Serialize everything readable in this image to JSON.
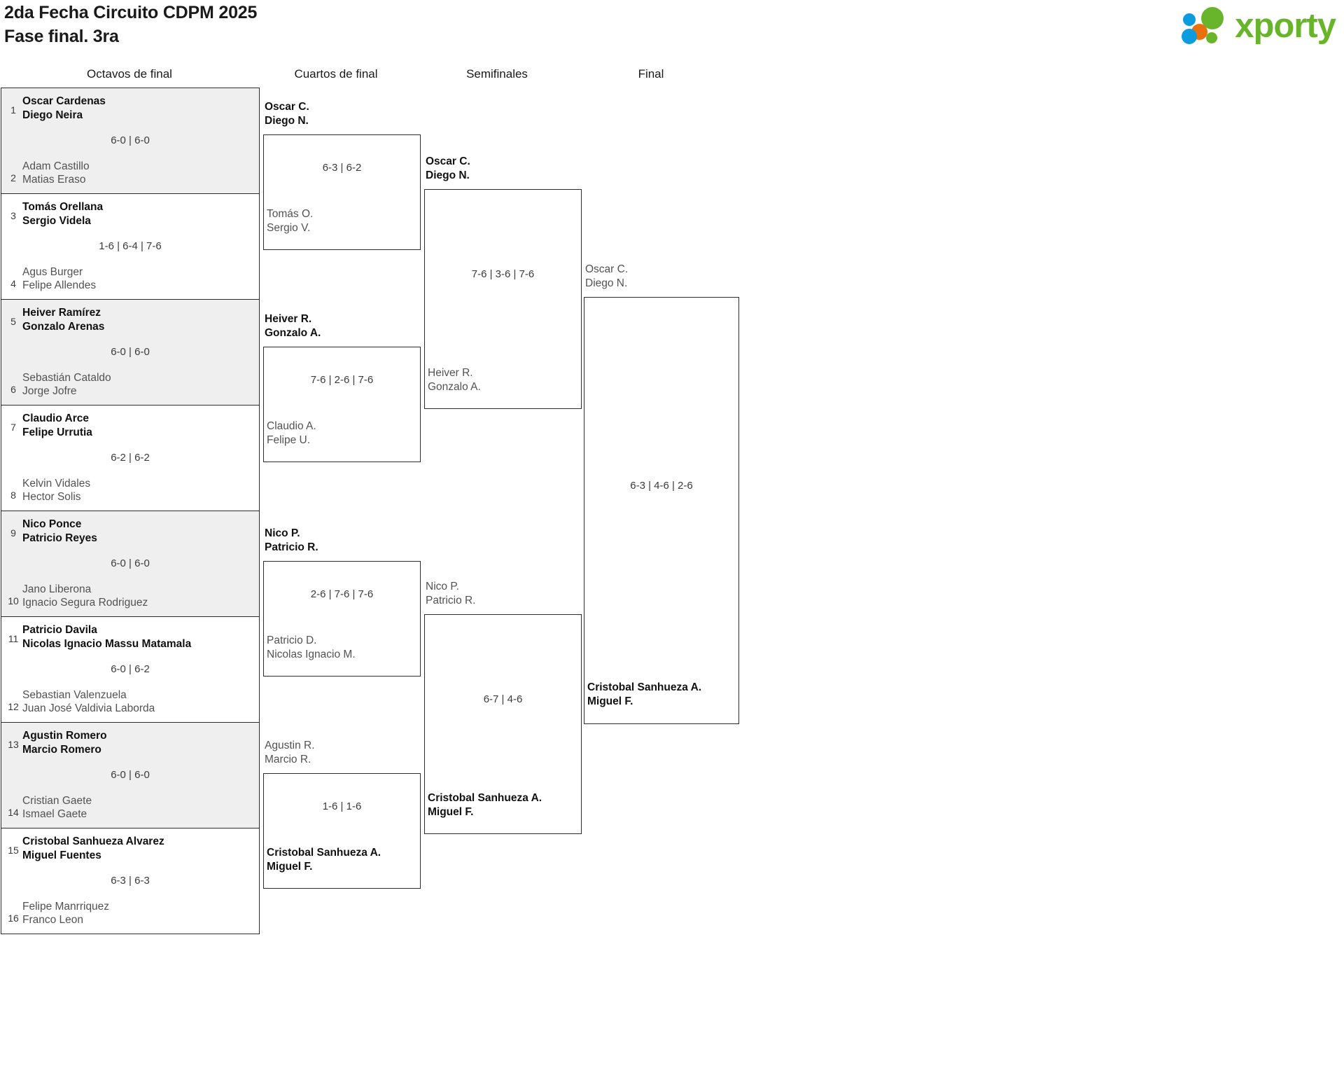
{
  "header": {
    "title_line1": "2da Fecha Circuito CDPM 2025",
    "title_line2": "Fase final. 3ra",
    "logo_text": "xporty",
    "logo_colors": {
      "blue": "#0b9ce0",
      "orange": "#e8700d",
      "green": "#68b52c"
    }
  },
  "rounds": [
    {
      "label": "Octavos de final"
    },
    {
      "label": "Cuartos de final"
    },
    {
      "label": "Semifinales"
    },
    {
      "label": "Final"
    }
  ],
  "r16": [
    {
      "score": "6-0 | 6-0",
      "top": {
        "seed": "1",
        "p1": "Oscar Cardenas",
        "p2": "Diego Neira",
        "result": "winner"
      },
      "bot": {
        "seed": "2",
        "p1": "Adam Castillo",
        "p2": "Matias Eraso",
        "result": "loser"
      }
    },
    {
      "score": "1-6 | 6-4 | 7-6",
      "top": {
        "seed": "3",
        "p1": "Tomás Orellana",
        "p2": "Sergio Videla",
        "result": "winner"
      },
      "bot": {
        "seed": "4",
        "p1": "Agus Burger",
        "p2": "Felipe Allendes",
        "result": "loser"
      }
    },
    {
      "score": "6-0 | 6-0",
      "top": {
        "seed": "5",
        "p1": "Heiver Ramírez",
        "p2": "Gonzalo Arenas",
        "result": "winner"
      },
      "bot": {
        "seed": "6",
        "p1": "Sebastián Cataldo",
        "p2": "Jorge Jofre",
        "result": "loser"
      }
    },
    {
      "score": "6-2 | 6-2",
      "top": {
        "seed": "7",
        "p1": "Claudio Arce",
        "p2": "Felipe Urrutia",
        "result": "winner"
      },
      "bot": {
        "seed": "8",
        "p1": "Kelvin Vidales",
        "p2": "Hector Solis",
        "result": "loser"
      }
    },
    {
      "score": "6-0 | 6-0",
      "top": {
        "seed": "9",
        "p1": "Nico Ponce",
        "p2": "Patricio Reyes",
        "result": "winner"
      },
      "bot": {
        "seed": "10",
        "p1": "Jano Liberona",
        "p2": "Ignacio Segura Rodriguez",
        "result": "loser"
      }
    },
    {
      "score": "6-0 | 6-2",
      "top": {
        "seed": "11",
        "p1": "Patricio Davila",
        "p2": "Nicolas Ignacio Massu Matamala",
        "result": "winner"
      },
      "bot": {
        "seed": "12",
        "p1": "Sebastian Valenzuela",
        "p2": "Juan José Valdivia Laborda",
        "result": "loser"
      }
    },
    {
      "score": "6-0 | 6-0",
      "top": {
        "seed": "13",
        "p1": "Agustin Romero",
        "p2": "Marcio Romero",
        "result": "winner"
      },
      "bot": {
        "seed": "14",
        "p1": "Cristian Gaete",
        "p2": "Ismael Gaete",
        "result": "loser"
      }
    },
    {
      "score": "6-3 | 6-3",
      "top": {
        "seed": "15",
        "p1": "Cristobal Sanhueza Alvarez",
        "p2": "Miguel Fuentes",
        "result": "winner"
      },
      "bot": {
        "seed": "16",
        "p1": "Felipe Manrriquez",
        "p2": "Franco Leon",
        "result": "loser"
      }
    }
  ],
  "quarterfinals": [
    {
      "score": "6-3 | 6-2",
      "top": {
        "p1": "Oscar C.",
        "p2": "Diego N.",
        "result": "winner"
      },
      "bot": {
        "p1": "Tomás O.",
        "p2": "Sergio V.",
        "result": "loser"
      }
    },
    {
      "score": "7-6 | 2-6 | 7-6",
      "top": {
        "p1": "Heiver R.",
        "p2": "Gonzalo A.",
        "result": "winner"
      },
      "bot": {
        "p1": "Claudio A.",
        "p2": "Felipe U.",
        "result": "loser"
      }
    },
    {
      "score": "2-6 | 7-6 | 7-6",
      "top": {
        "p1": "Nico P.",
        "p2": "Patricio R.",
        "result": "winner"
      },
      "bot": {
        "p1": "Patricio D.",
        "p2": "Nicolas Ignacio M.",
        "result": "loser"
      }
    },
    {
      "score": "1-6 | 1-6",
      "top": {
        "p1": "Agustin R.",
        "p2": "Marcio R.",
        "result": "loser"
      },
      "bot": {
        "p1": "Cristobal Sanhueza A.",
        "p2": "Miguel F.",
        "result": "winner"
      }
    }
  ],
  "semifinals": [
    {
      "score": "7-6 | 3-6 | 7-6",
      "top": {
        "p1": "Oscar C.",
        "p2": "Diego N.",
        "result": "winner"
      },
      "bot": {
        "p1": "Heiver R.",
        "p2": "Gonzalo A.",
        "result": "loser"
      }
    },
    {
      "score": "6-7 | 4-6",
      "top": {
        "p1": "Nico P.",
        "p2": "Patricio R.",
        "result": "loser"
      },
      "bot": {
        "p1": "Cristobal Sanhueza A.",
        "p2": "Miguel F.",
        "result": "winner"
      }
    }
  ],
  "final": {
    "score": "6-3 | 4-6 | 2-6",
    "top": {
      "p1": "Oscar C.",
      "p2": "Diego N.",
      "result": "loser"
    },
    "bot": {
      "p1": "Cristobal Sanhueza A.",
      "p2": "Miguel F.",
      "result": "winner"
    }
  }
}
